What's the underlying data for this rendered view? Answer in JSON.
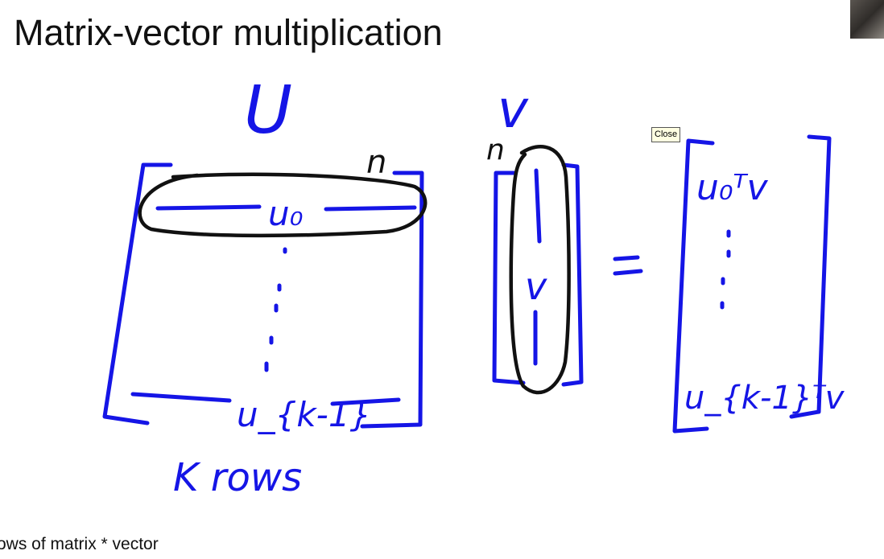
{
  "slide": {
    "title": "Matrix-vector multiplication",
    "footer": "ows of matrix * vector"
  },
  "tooltip": {
    "label": "Close"
  },
  "drawing": {
    "matrix_label": "U",
    "vector_label": "v",
    "dim_n_matrix": "n",
    "dim_n_vector": "n",
    "row_first": "u₀",
    "row_last": "u_{k-1}",
    "rows_caption": "K rows",
    "vector_body": "v",
    "equals": "=",
    "result_first": "u₀ᵀv",
    "result_last": "u_{k-1}ᵀv"
  },
  "colors": {
    "ink_blue": "#1515e6",
    "ink_black": "#111111"
  }
}
